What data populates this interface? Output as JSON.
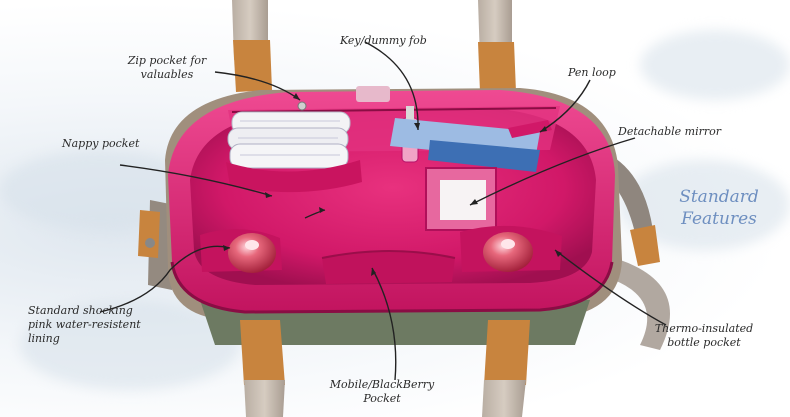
{
  "heading": {
    "line1": "Standard",
    "line2": "Features"
  },
  "labels": {
    "zip_pocket": {
      "line1": "Zip pocket for",
      "line2": "valuables"
    },
    "key_fob": {
      "line1": "Key/dummy fob"
    },
    "pen_loop": {
      "line1": "Pen loop"
    },
    "nappy_pocket": {
      "line1": "Nappy pocket"
    },
    "mirror": {
      "line1": "Detachable mirror"
    },
    "lining": {
      "line1": "Standard shocking",
      "line2": "pink water-resistent",
      "line3": "lining"
    },
    "bottle": {
      "line1": "Thermo-insulated",
      "line2": "bottle pocket"
    },
    "mobile": {
      "line1": "Mobile/BlackBerry",
      "line2": "Pocket"
    }
  },
  "colors": {
    "pink_lining": "#d81a6e",
    "pink_dark": "#a0104f",
    "pink_light": "#ee4f93",
    "strap_tan": "#c8843e",
    "strap_gray": "#9a9088",
    "title_blue": "#6e8fc0"
  }
}
